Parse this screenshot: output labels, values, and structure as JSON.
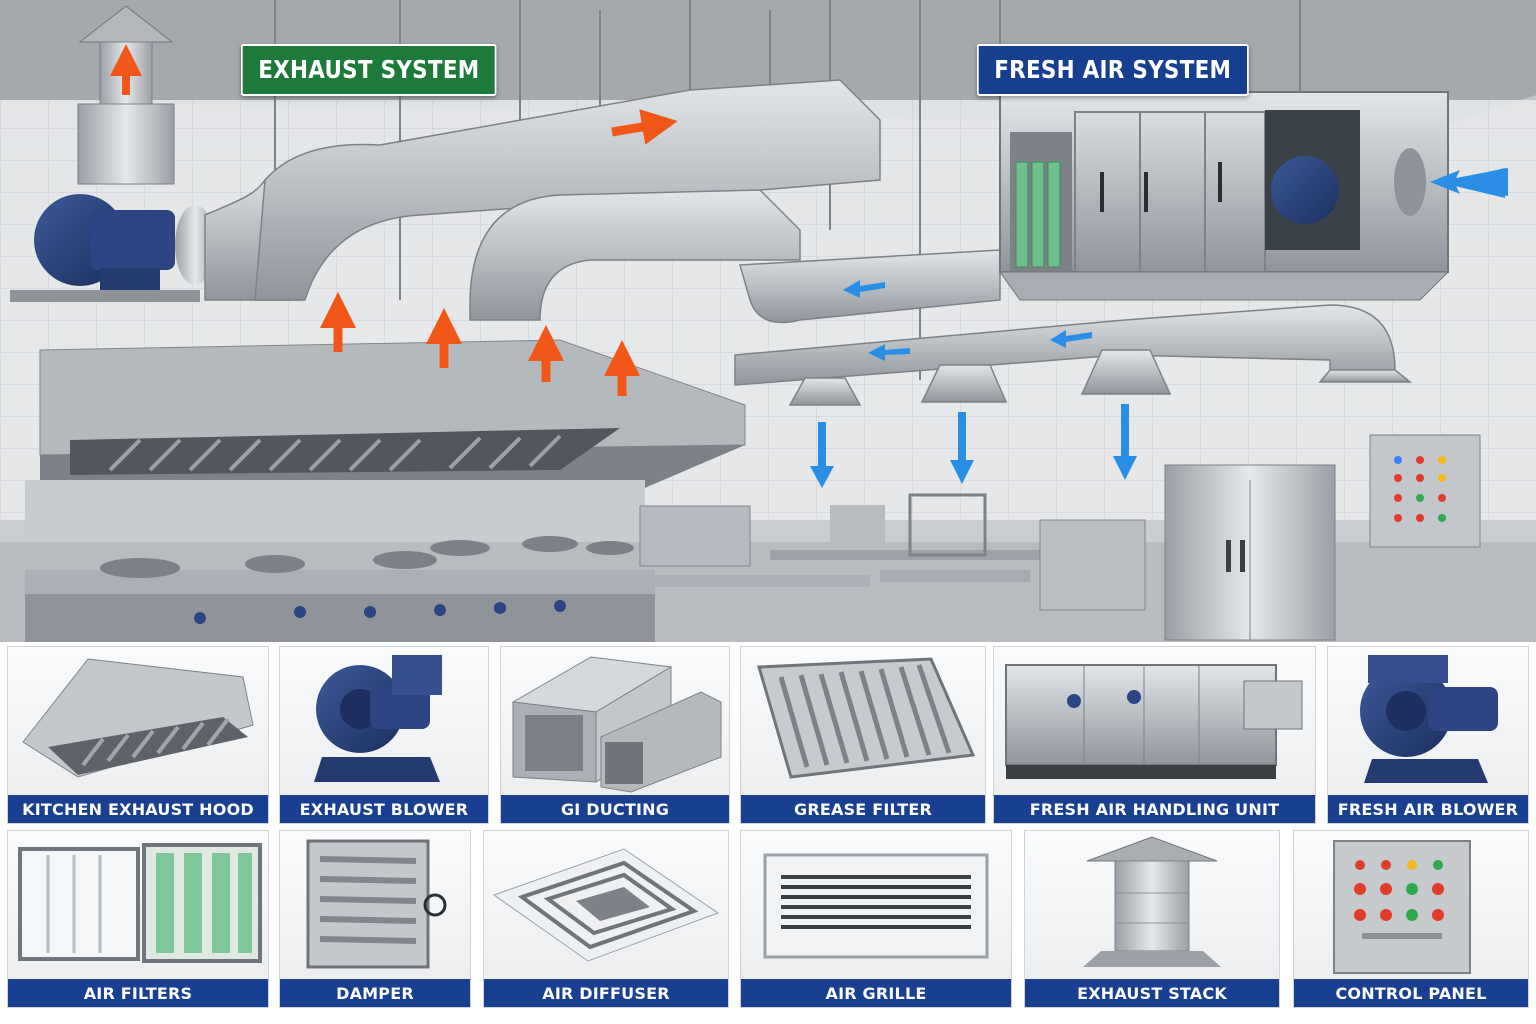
{
  "scene": {
    "exhaust_label": "EXHAUST SYSTEM",
    "fresh_air_label": "FRESH AIR SYSTEM",
    "colors": {
      "exhaust_badge": "#1e7a3a",
      "fresh_air_badge": "#173f8f",
      "exhaust_arrow": "#f2571a",
      "fresh_air_arrow": "#2a8fe4",
      "caption_bar": "#183f90"
    }
  },
  "components": {
    "row1": [
      {
        "label": "KITCHEN EXHAUST HOOD",
        "icon": "exhaust-hood-icon"
      },
      {
        "label": "EXHAUST BLOWER",
        "icon": "blower-icon"
      },
      {
        "label": "GI DUCTING",
        "icon": "duct-icon"
      },
      {
        "label": "GREASE FILTER",
        "icon": "grease-filter-icon"
      },
      {
        "label": "FRESH AIR HANDLING UNIT",
        "icon": "air-handling-unit-icon"
      },
      {
        "label": "FRESH AIR BLOWER",
        "icon": "blower-icon"
      }
    ],
    "row2": [
      {
        "label": "AIR FILTERS",
        "icon": "air-filter-icon"
      },
      {
        "label": "DAMPER",
        "icon": "damper-icon"
      },
      {
        "label": "AIR DIFFUSER",
        "icon": "diffuser-icon"
      },
      {
        "label": "AIR GRILLE",
        "icon": "grille-icon"
      },
      {
        "label": "EXHAUST STACK",
        "icon": "exhaust-stack-icon"
      },
      {
        "label": "CONTROL PANEL",
        "icon": "control-panel-icon"
      }
    ]
  }
}
